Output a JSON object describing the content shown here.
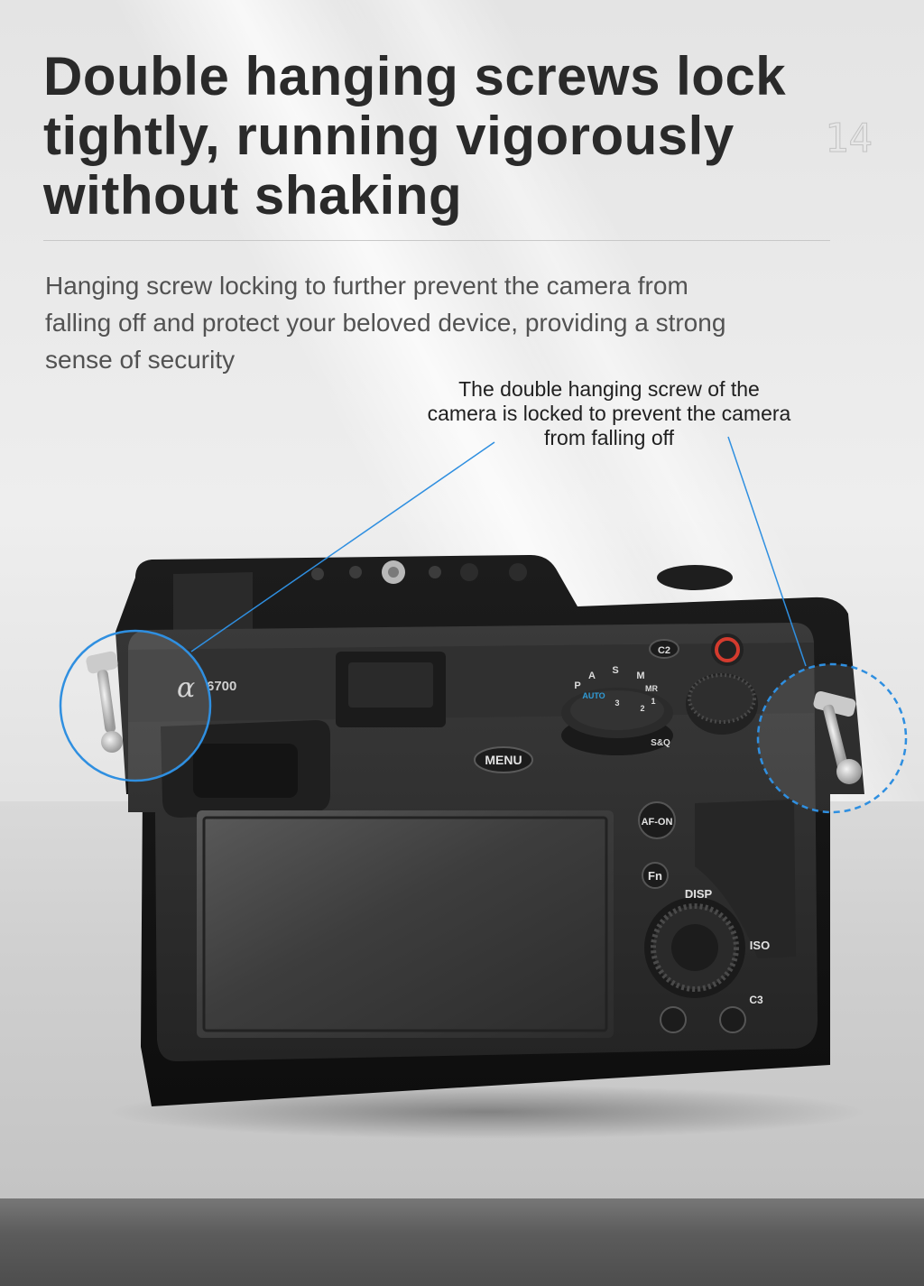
{
  "headline": "Double hanging screws lock tightly, running vigorously without shaking",
  "page_number": "14",
  "subtext": "Hanging screw locking to further prevent the camera from falling off and protect your beloved device, providing a strong sense of security",
  "callout": "The double hanging screw of the camera is locked to prevent the camera from falling off",
  "camera": {
    "model": "6700",
    "buttons": {
      "c2": "C2",
      "menu": "MENU",
      "af_on": "AF-ON",
      "fn": "Fn",
      "disp": "DISP",
      "iso": "ISO",
      "c3": "C3",
      "auto": "AUTO",
      "mode_p": "P",
      "mode_a": "A",
      "mode_s": "S",
      "mode_m": "M",
      "mode_mr": "MR",
      "mode_3": "3",
      "mode_2": "2",
      "mode_1": "1",
      "sq": "S&Q"
    }
  },
  "colors": {
    "accent": "#2f8fe0",
    "headline": "#2a2a2a",
    "body_text": "#525252",
    "cage": "#141414"
  }
}
